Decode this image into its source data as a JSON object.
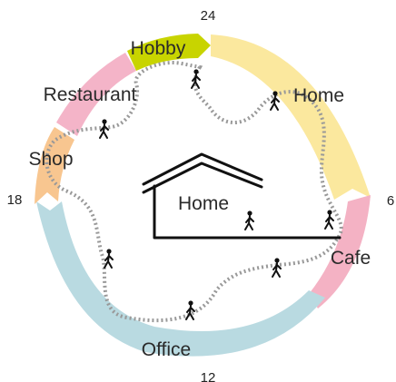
{
  "clock": {
    "hour_top": "24",
    "hour_right": "6",
    "hour_bottom": "12",
    "hour_left": "18"
  },
  "places": {
    "hobby": "Hobby",
    "home_ring": "Home",
    "cafe": "Cafe",
    "office": "Office",
    "shop": "Shop",
    "restaurant": "Restaurant",
    "home_center": "Home"
  },
  "colors": {
    "hobby": "#c8d400",
    "home": "#fbe89e",
    "cafe": "#f4b2c4",
    "office": "#b9dae1",
    "shop": "#f8c690",
    "restaurant": "#f4b4c8",
    "path": "#999999",
    "house": "#111111"
  },
  "icons": [
    "walking-person-icon",
    "house-outline-icon"
  ]
}
